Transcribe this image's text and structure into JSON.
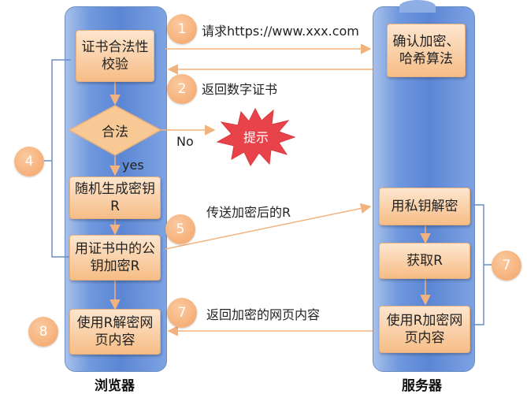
{
  "lanes": {
    "browser": "浏览器",
    "server": "服务器"
  },
  "boxes": {
    "verify": "证书合法性校验",
    "confirm": "确认加密、哈希算法",
    "gen_r": "随机生成密钥R",
    "encrypt_r": "用证书中的公钥加密R",
    "decrypt_page": "使用R解密网页内容",
    "priv_decrypt": "用私钥解密",
    "get_r": "获取R",
    "encrypt_page": "使用R加密网页内容"
  },
  "decision": {
    "label": "合法",
    "yes": "yes",
    "no": "No",
    "alert": "提示"
  },
  "steps": [
    {
      "num": "1",
      "text": "请求https://www.xxx.com"
    },
    {
      "num": "2",
      "text": "返回数字证书"
    },
    {
      "num": "4",
      "text": ""
    },
    {
      "num": "5",
      "text": "传送加密后的R"
    },
    {
      "num": "7",
      "text": "返回加密的网页内容"
    },
    {
      "num": "8",
      "text": ""
    },
    {
      "num": "7",
      "text": ""
    }
  ]
}
